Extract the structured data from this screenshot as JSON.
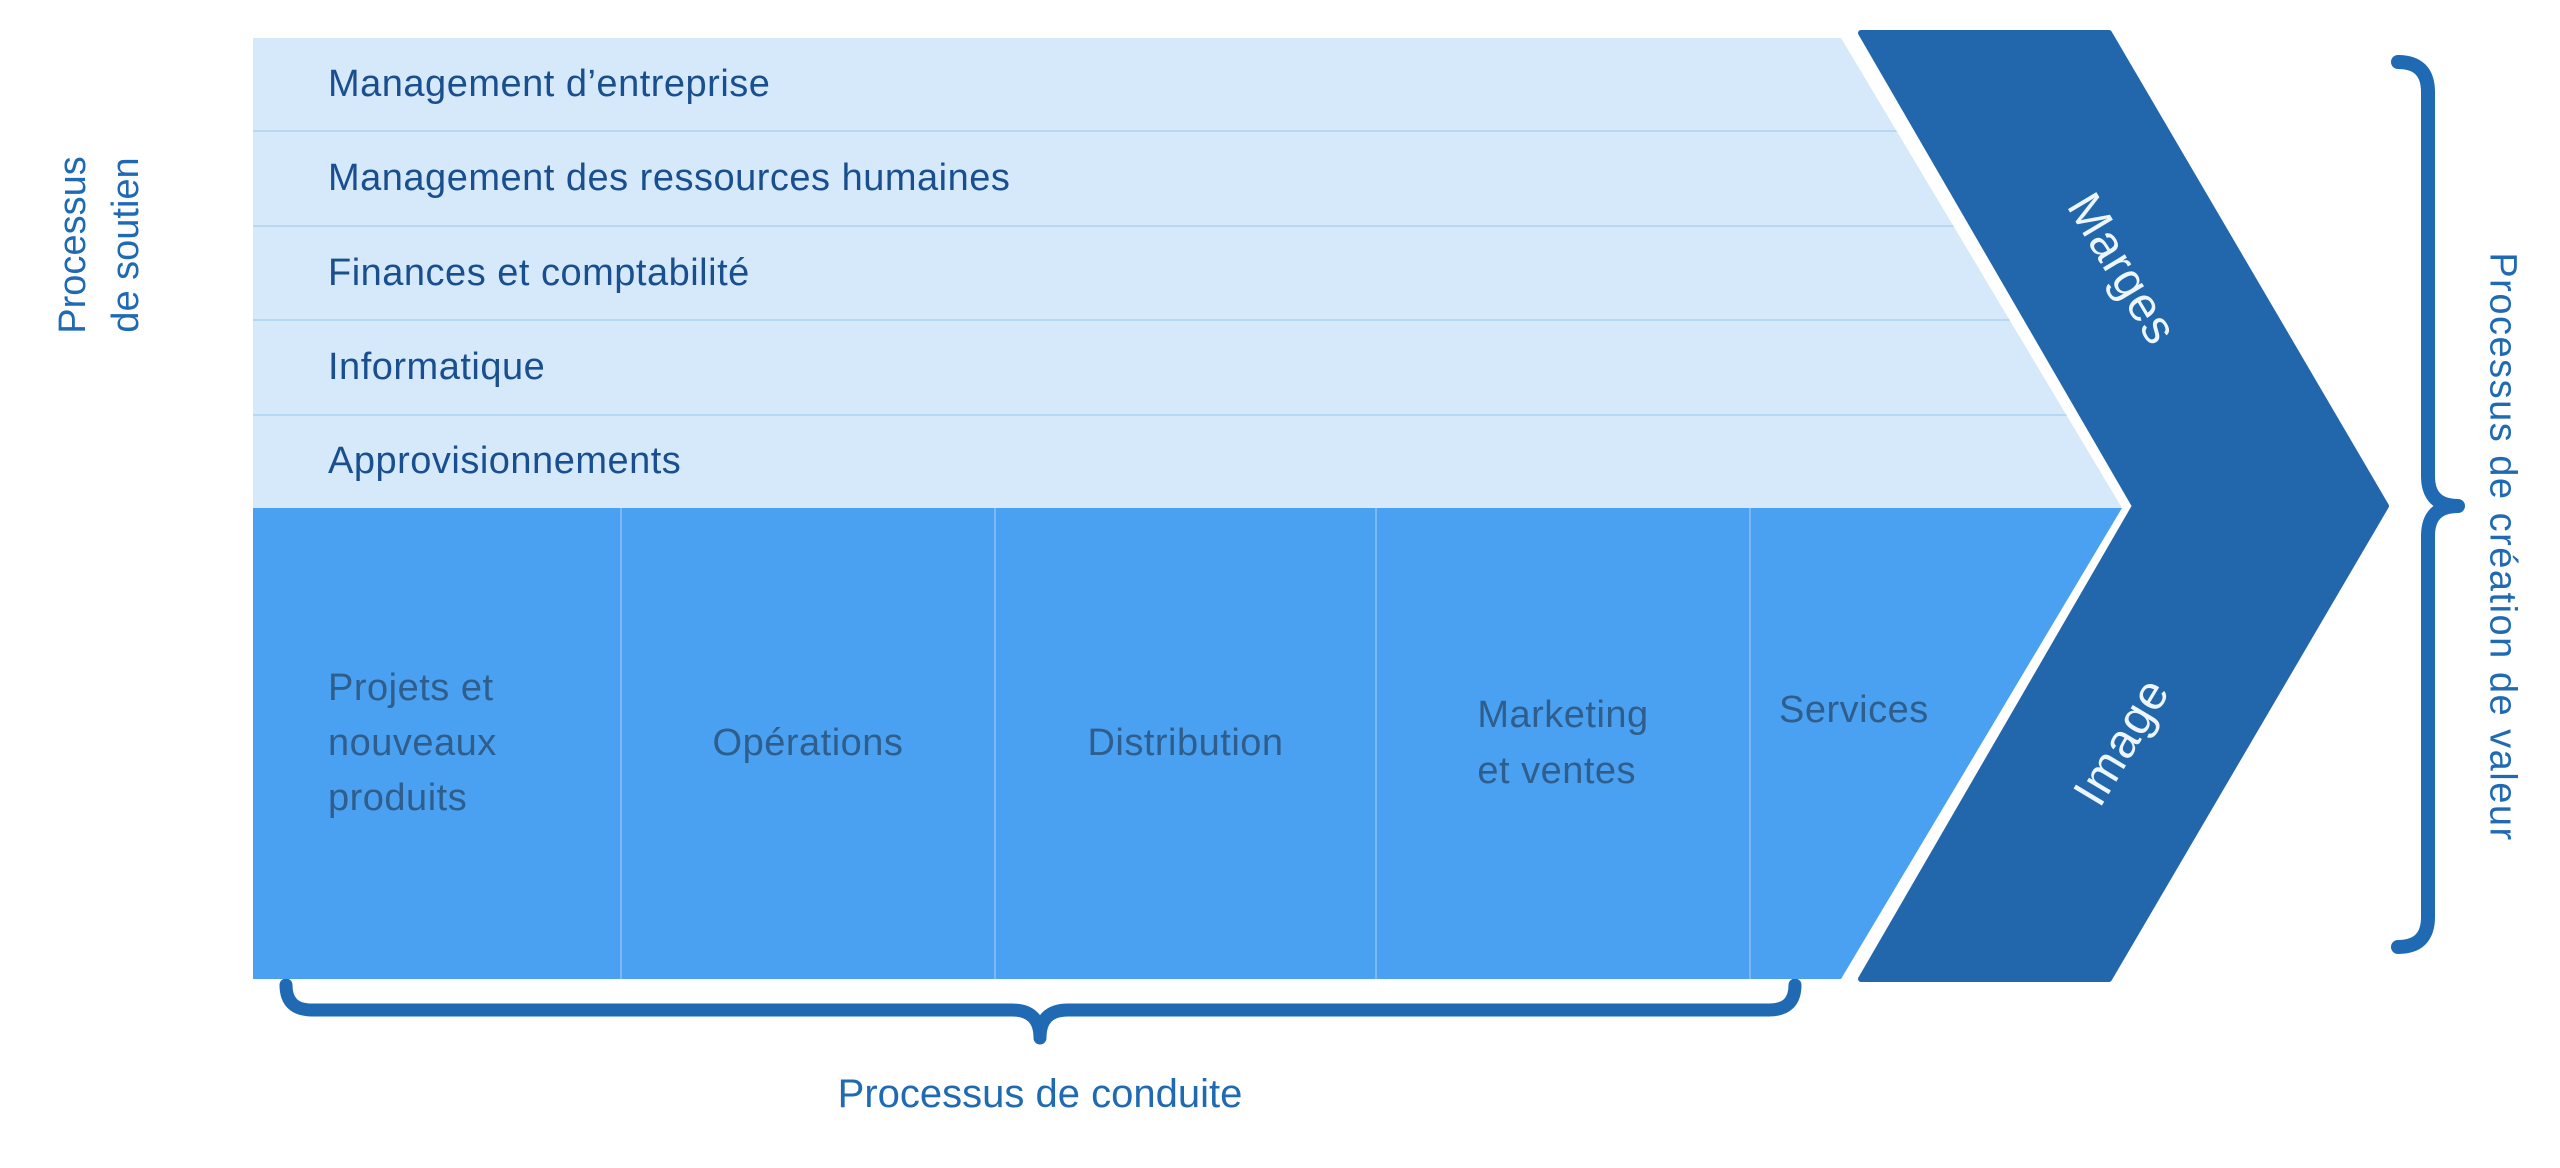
{
  "support_processes": {
    "rows": [
      "Management d’entreprise",
      "Management des ressources humaines",
      "Finances et comptabilité",
      "Informatique",
      "Approvisionnements"
    ]
  },
  "primary_processes": {
    "columns": [
      "Projets et\nnouveaux\nproduits",
      "Opérations",
      "Distribution",
      "Marketing\net ventes",
      "Services"
    ]
  },
  "arrow": {
    "upper_label": "Marges",
    "lower_label": "Image"
  },
  "side_labels": {
    "left": "Processus\nde soutien",
    "right": "Processus de création de valeur",
    "bottom": "Processus de conduite"
  },
  "colors": {
    "support_bg": "#d5e9fb",
    "primary_bg": "#4aa1f1",
    "arrow_band": "#2267ac",
    "support_text": "#1a4f8f",
    "primary_text": "#2f5e8c",
    "caption_blue": "#1f6ab3",
    "arrow_label_text": "#eef6fd"
  }
}
